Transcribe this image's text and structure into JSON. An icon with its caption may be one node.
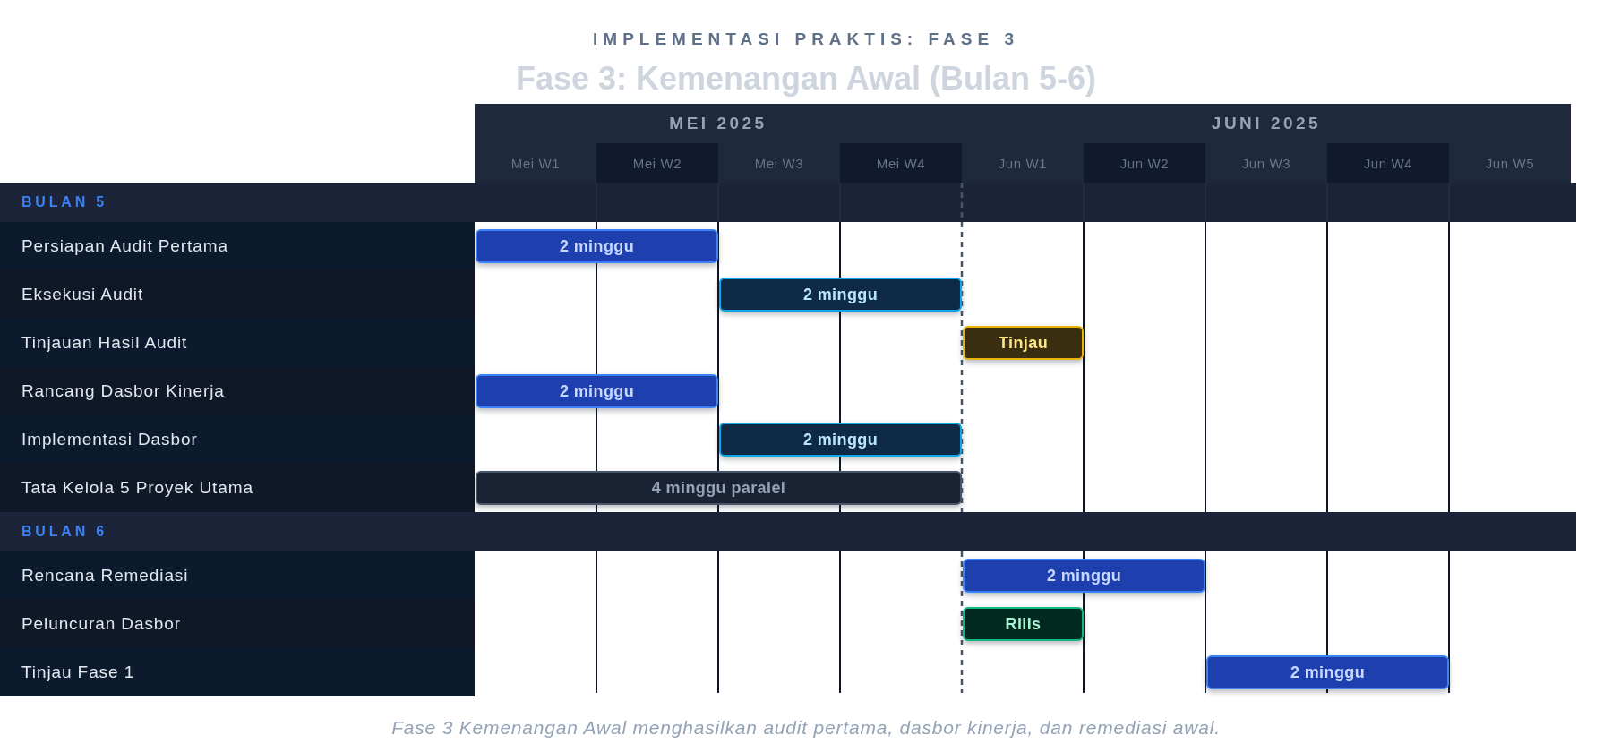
{
  "diagram": {
    "title": "IMPLEMENTASI PRAKTIS: FASE 3",
    "caption": "Fase 3 Kemenangan Awal menghasilkan audit pertama, dasbor kinerja, dan remediasi awal.",
    "labels": [
      "Fase 3: Kemenangan Awal (Bulan 5-6)"
    ],
    "nodes": [
      {
        "text": [
          "MEI 2025"
        ]
      },
      {
        "text": [
          "JUNI 2025"
        ]
      },
      {
        "text": [
          "Mei W1"
        ]
      },
      {
        "text": [
          "Mei W2"
        ]
      },
      {
        "text": [
          "Mei W3"
        ]
      },
      {
        "text": [
          "Mei W4"
        ]
      },
      {
        "text": [
          "Jun W1"
        ]
      },
      {
        "text": [
          "Jun W2"
        ]
      },
      {
        "text": [
          "Jun W3"
        ]
      },
      {
        "text": [
          "Jun W4"
        ]
      },
      {
        "text": [
          "Jun W5"
        ]
      },
      {
        "text": [
          "BULAN 5"
        ]
      },
      {
        "text": [
          "Persiapan Audit Pertama"
        ]
      },
      {
        "text": [
          "2 minggu"
        ]
      },
      {
        "text": [
          "Eksekusi Audit"
        ]
      },
      {
        "text": [
          "2 minggu"
        ]
      },
      {
        "text": [
          "Tinjauan Hasil Audit"
        ]
      },
      {
        "text": [
          "Tinjau"
        ]
      },
      {
        "text": [
          "Rancang Dasbor Kinerja"
        ]
      },
      {
        "text": [
          "2 minggu"
        ]
      },
      {
        "text": [
          "Implementasi Dasbor"
        ]
      },
      {
        "text": [
          "2 minggu"
        ]
      },
      {
        "text": [
          "Tata Kelola 5 Proyek Utama"
        ]
      },
      {
        "text": [
          "4 minggu paralel"
        ]
      },
      {
        "text": [
          "BULAN 6"
        ]
      },
      {
        "text": [
          "Rencana Remediasi"
        ]
      },
      {
        "text": [
          "2 minggu"
        ]
      },
      {
        "text": [
          "Peluncuran Dasbor"
        ]
      },
      {
        "text": [
          "Rilis"
        ]
      },
      {
        "text": [
          "Tinjau Fase 1"
        ]
      },
      {
        "text": [
          "2 minggu"
        ]
      }
    ]
  }
}
